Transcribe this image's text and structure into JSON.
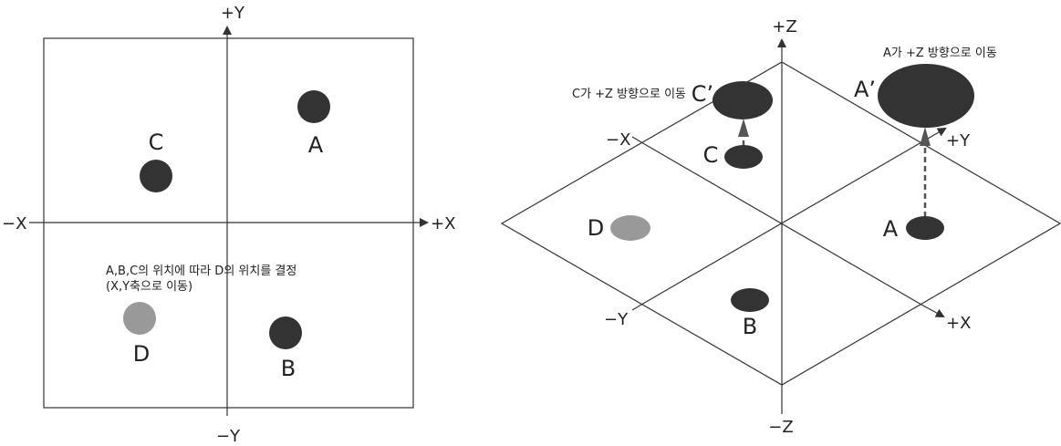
{
  "colors": {
    "dark": "#333333",
    "gray": "#999999",
    "line": "#333333"
  },
  "left_view": {
    "axes": {
      "pos_y": "+Y",
      "neg_y": "−Y",
      "pos_x": "+X",
      "neg_x": "−X"
    },
    "points": [
      {
        "id": "A",
        "label": "A"
      },
      {
        "id": "C",
        "label": "C"
      },
      {
        "id": "D",
        "label": "D"
      },
      {
        "id": "B",
        "label": "B"
      }
    ],
    "note_line1": "A,B,C의 위치에 따라 D의 위치를 결정",
    "note_line2": "(X,Y축으로 이동)"
  },
  "right_view": {
    "axes": {
      "pos_z": "+Z",
      "neg_z": "−Z",
      "neg_x": "−X",
      "pos_x": "+X",
      "pos_y": "+Y",
      "neg_y": "−Y"
    },
    "points": [
      {
        "id": "A",
        "label": "A"
      },
      {
        "id": "A2",
        "label": "A’"
      },
      {
        "id": "C",
        "label": "C"
      },
      {
        "id": "C2",
        "label": "C’"
      },
      {
        "id": "D",
        "label": "D"
      },
      {
        "id": "B",
        "label": "B"
      }
    ],
    "note_a": "A가 +Z 방향으로 이동",
    "note_c": "C가 +Z 방향으로 이동"
  }
}
